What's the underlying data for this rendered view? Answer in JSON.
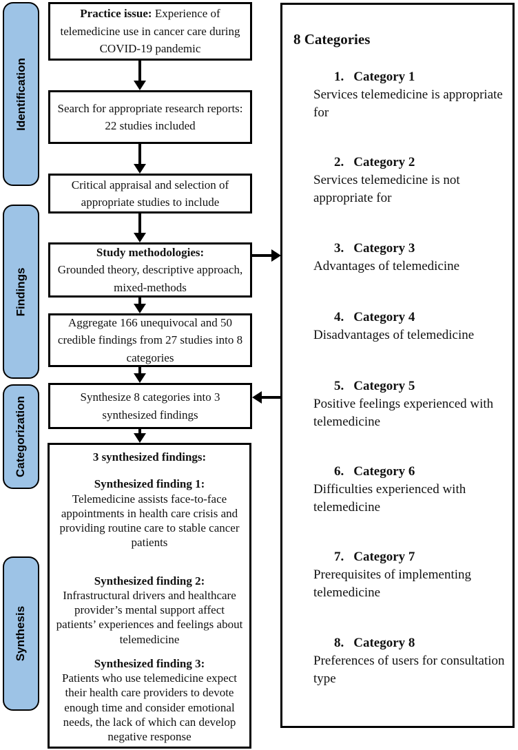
{
  "colors": {
    "stage_label_fill": "#9DC3E6",
    "line": "#000000",
    "background": "#FFFFFF"
  },
  "sidebar": {
    "items": [
      {
        "label": "Identification"
      },
      {
        "label": "Findings"
      },
      {
        "label": "Categorization"
      },
      {
        "label": "Synthesis"
      }
    ]
  },
  "flow": {
    "box1": {
      "title": "Practice issue:",
      "text": "Experience of telemedicine use in cancer care during COVID-19 pandemic"
    },
    "box2": {
      "text": "Search for appropriate research reports:\n22 studies included"
    },
    "box3": {
      "text": "Critical appraisal and selection of appropriate studies to include"
    },
    "box4": {
      "title": "Study methodologies:",
      "text": "Grounded theory, descriptive approach, mixed-methods"
    },
    "box5": {
      "text": "Aggregate 166 unequivocal and 50 credible findings from 27 studies into 8 categories"
    },
    "box6": {
      "text": "Synthesize 8 categories into 3 synthesized findings"
    },
    "box7": {
      "heading": "3 synthesized findings:",
      "findings": [
        {
          "title": "Synthesized finding 1:",
          "text": "Telemedicine assists face-to-face appointments in health care crisis and providing routine care to stable cancer patients"
        },
        {
          "title": "Synthesized finding 2:",
          "text": "Infrastructural drivers and healthcare provider’s mental support affect patients’ experiences and feelings about telemedicine"
        },
        {
          "title": "Synthesized finding 3:",
          "text": "Patients who use telemedicine expect their health care providers to devote enough time and consider emotional needs, the lack of which can develop negative response"
        }
      ]
    }
  },
  "panel": {
    "title": "8 Categories",
    "categories": [
      {
        "num": "1.",
        "name": "Category 1",
        "description": "Services telemedicine is appropriate for"
      },
      {
        "num": "2.",
        "name": "Category 2",
        "description": "Services telemedicine is not appropriate for"
      },
      {
        "num": "3.",
        "name": "Category 3",
        "description": "Advantages of telemedicine"
      },
      {
        "num": "4.",
        "name": "Category 4",
        "description": "Disadvantages of telemedicine"
      },
      {
        "num": "5.",
        "name": "Category 5",
        "description": "Positive feelings experienced with telemedicine"
      },
      {
        "num": "6.",
        "name": "Category 6",
        "description": "Difficulties experienced with telemedicine"
      },
      {
        "num": "7.",
        "name": "Category 7",
        "description": "Prerequisites of implementing telemedicine"
      },
      {
        "num": "8.",
        "name": "Category 8",
        "description": "Preferences of users for consultation type"
      }
    ]
  }
}
